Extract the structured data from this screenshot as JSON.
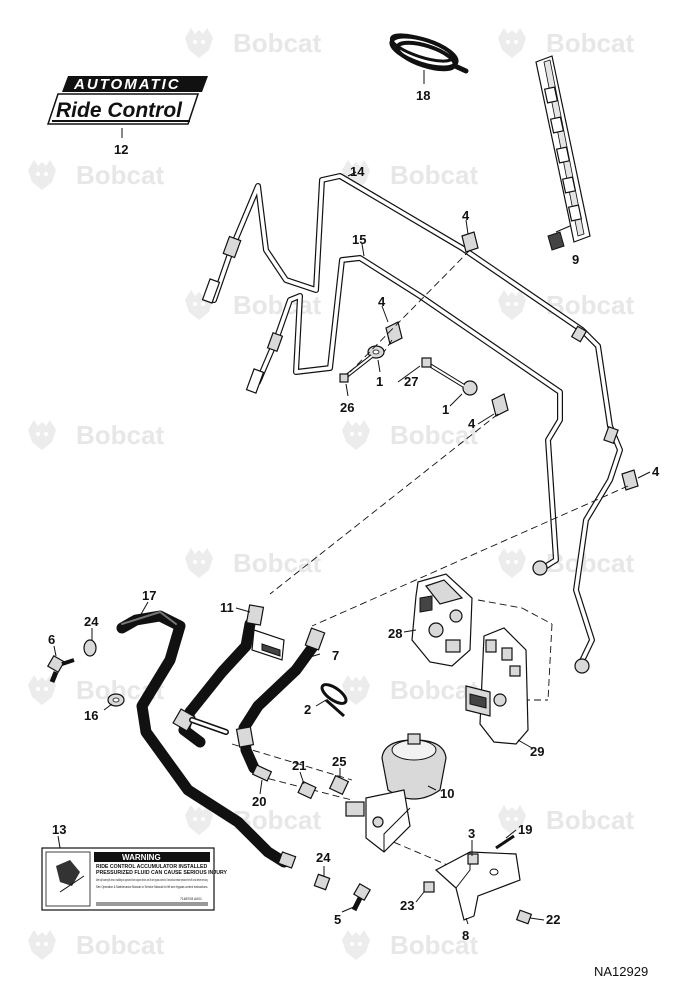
{
  "watermark": {
    "brand": "Bobcat",
    "icon": "bobcat-head-icon"
  },
  "ride_control_decal": {
    "line1": "AUTOMATIC",
    "line2": "Ride Control"
  },
  "warning_decal": {
    "title": "WARNING",
    "subtitle1": "RIDE CONTROL ACCUMULATOR INSTALLED",
    "subtitle2": "PRESSURIZED FLUID CAN CAUSE SERIOUS INJURY",
    "bullet1": "After fully lowering lift arms or installing an approved lift arm support device, use lift arm bypass control for 3 seconds to release pressure from lift circuit before servicing.",
    "bullet2": "See Operation & Maintenance Manual or Service Manual for lift arm bypass control instructions.",
    "part_code": "7168708 A001"
  },
  "drawing_reference": "NA12929",
  "callouts": {
    "c1a": "1",
    "c1b": "1",
    "c2": "2",
    "c3": "3",
    "c4a": "4",
    "c4b": "4",
    "c4c": "4",
    "c4d": "4",
    "c5": "5",
    "c6": "6",
    "c7": "7",
    "c8": "8",
    "c9": "9",
    "c10": "10",
    "c11": "11",
    "c12": "12",
    "c13": "13",
    "c14": "14",
    "c15": "15",
    "c16": "16",
    "c17": "17",
    "c18": "18",
    "c19": "19",
    "c20": "20",
    "c21": "21",
    "c22": "22",
    "c23": "23",
    "c24a": "24",
    "c24b": "24",
    "c25": "25",
    "c26": "26",
    "c27": "27",
    "c28": "28",
    "c29": "29"
  },
  "colors": {
    "line": "#111111",
    "watermark": "#e7e7e7",
    "background": "#ffffff"
  }
}
